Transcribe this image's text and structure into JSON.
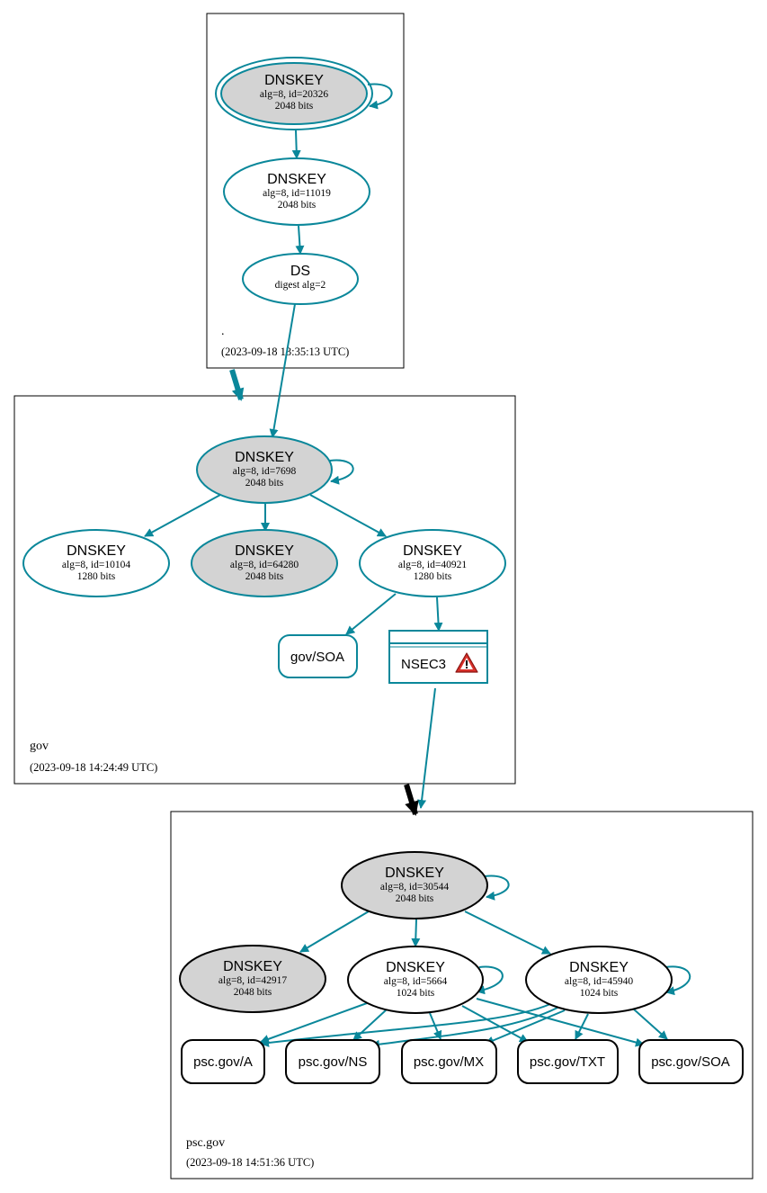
{
  "colors": {
    "secure": "#0a879a",
    "insecure_boundary": "#000000",
    "ksk_fill": "#d3d3d3",
    "warning": "#d9302a"
  },
  "zones": {
    "root": {
      "name": ".",
      "timestamp": "(2023-09-18 13:35:13 UTC)",
      "dnskey_20326": {
        "title": "DNSKEY",
        "line1": "alg=8, id=20326",
        "line2": "2048 bits"
      },
      "dnskey_11019": {
        "title": "DNSKEY",
        "line1": "alg=8, id=11019",
        "line2": "2048 bits"
      },
      "ds": {
        "title": "DS",
        "line1": "digest alg=2"
      }
    },
    "gov": {
      "name": "gov",
      "timestamp": "(2023-09-18 14:24:49 UTC)",
      "dnskey_7698": {
        "title": "DNSKEY",
        "line1": "alg=8, id=7698",
        "line2": "2048 bits"
      },
      "dnskey_10104": {
        "title": "DNSKEY",
        "line1": "alg=8, id=10104",
        "line2": "1280 bits"
      },
      "dnskey_64280": {
        "title": "DNSKEY",
        "line1": "alg=8, id=64280",
        "line2": "2048 bits"
      },
      "dnskey_40921": {
        "title": "DNSKEY",
        "line1": "alg=8, id=40921",
        "line2": "1280 bits"
      },
      "soa": {
        "label": "gov/SOA"
      },
      "nsec3": {
        "label": "NSEC3",
        "icon": "warning-triangle-icon"
      }
    },
    "pscgov": {
      "name": "psc.gov",
      "timestamp": "(2023-09-18 14:51:36 UTC)",
      "dnskey_30544": {
        "title": "DNSKEY",
        "line1": "alg=8, id=30544",
        "line2": "2048 bits"
      },
      "dnskey_42917": {
        "title": "DNSKEY",
        "line1": "alg=8, id=42917",
        "line2": "2048 bits"
      },
      "dnskey_5664": {
        "title": "DNSKEY",
        "line1": "alg=8, id=5664",
        "line2": "1024 bits"
      },
      "dnskey_45940": {
        "title": "DNSKEY",
        "line1": "alg=8, id=45940",
        "line2": "1024 bits"
      },
      "rr_a": {
        "label": "psc.gov/A"
      },
      "rr_ns": {
        "label": "psc.gov/NS"
      },
      "rr_mx": {
        "label": "psc.gov/MX"
      },
      "rr_txt": {
        "label": "psc.gov/TXT"
      },
      "rr_soa": {
        "label": "psc.gov/SOA"
      }
    }
  }
}
